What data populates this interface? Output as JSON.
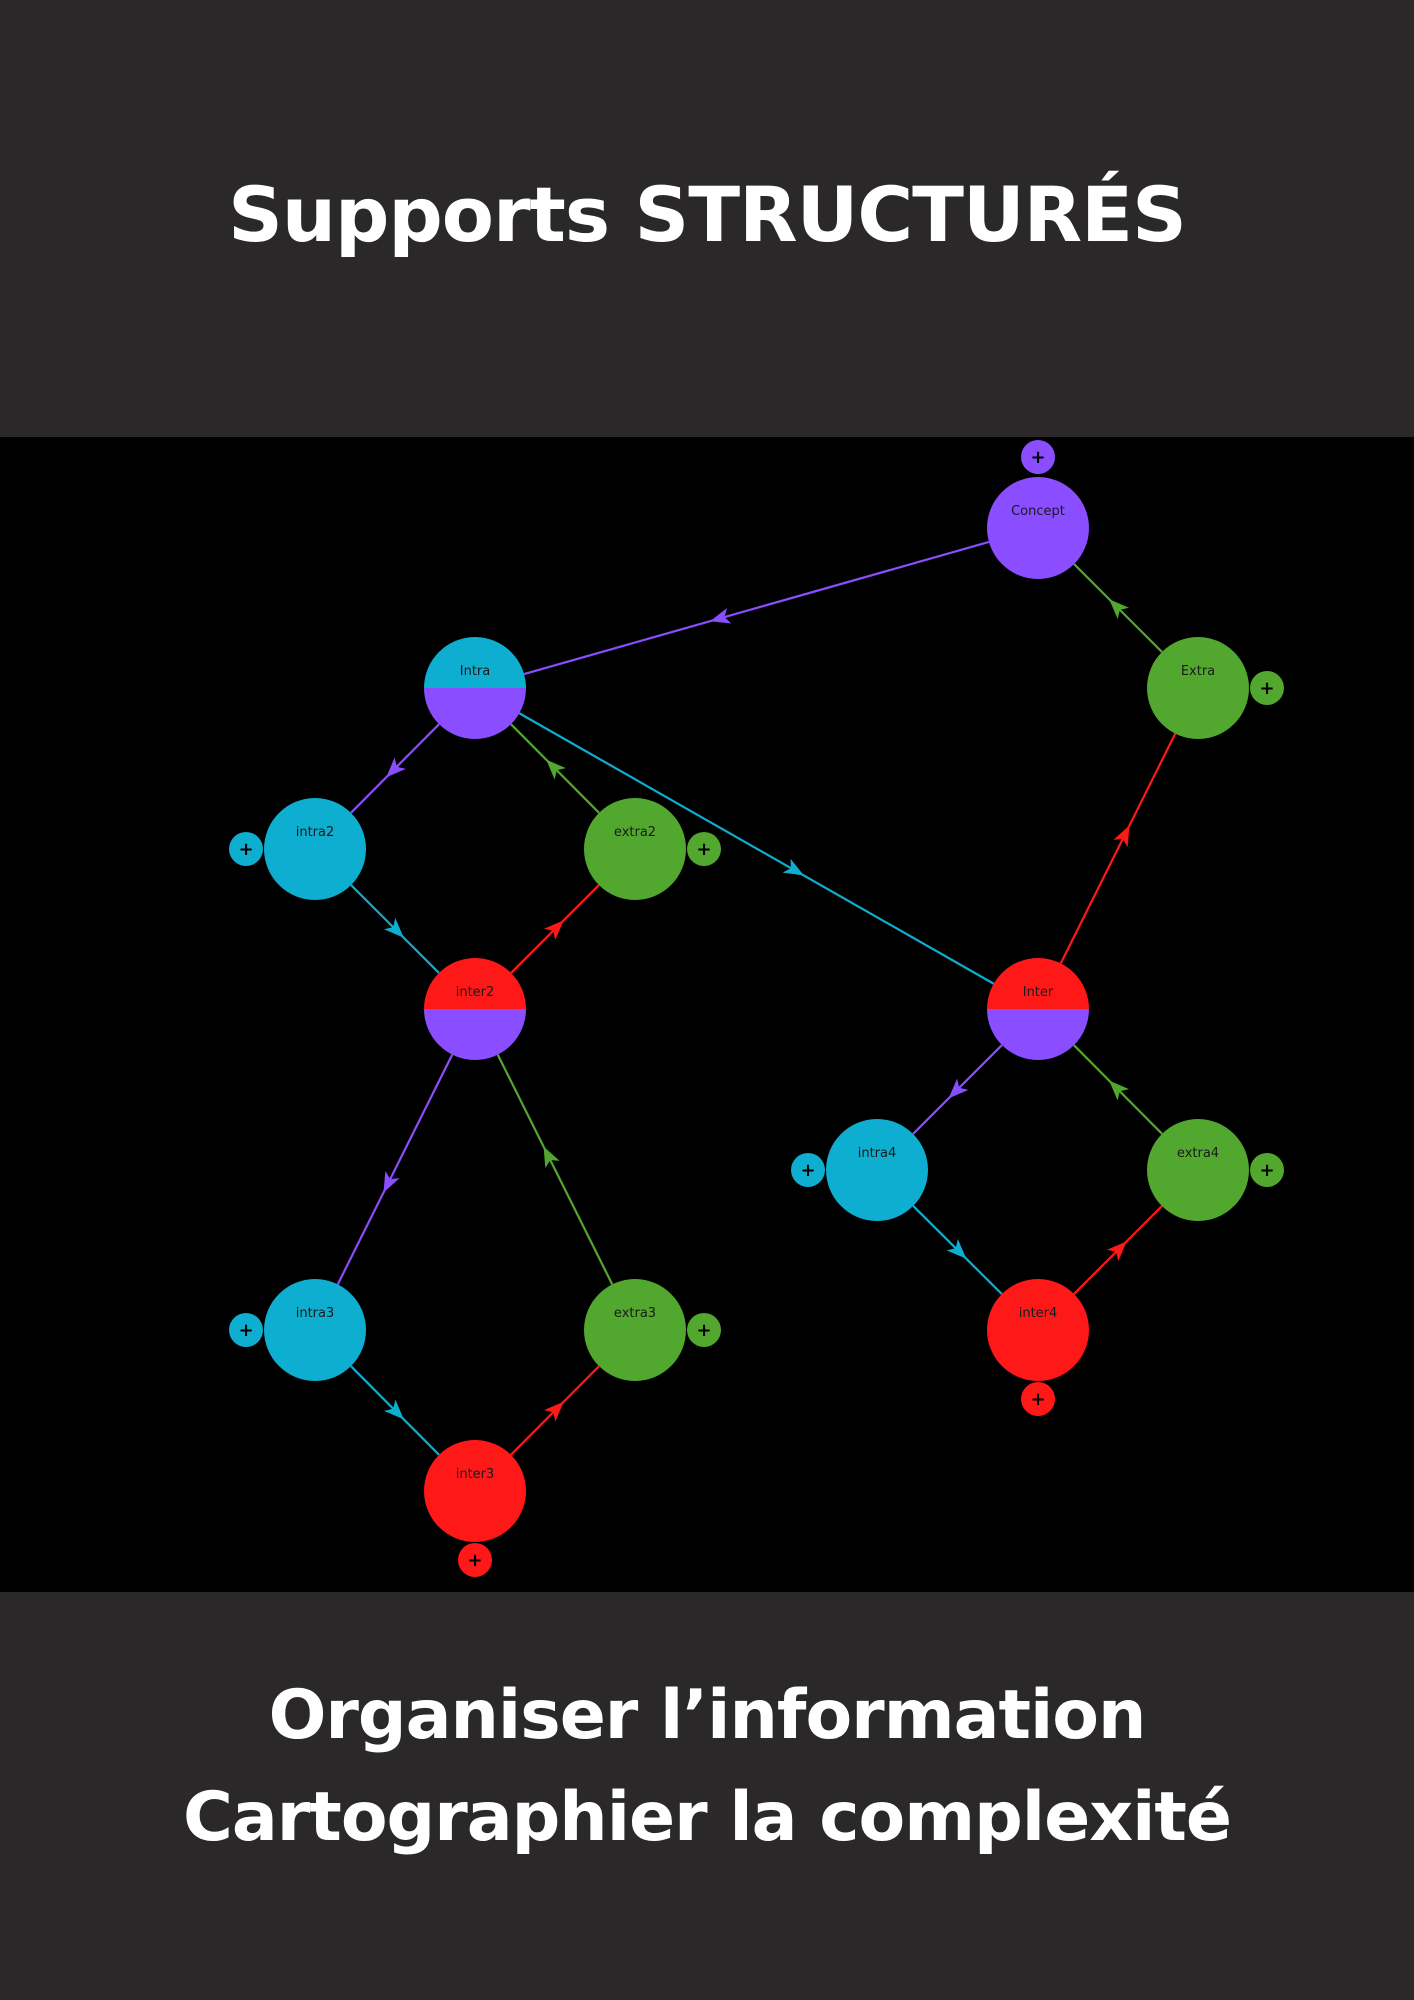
{
  "header": {
    "title": "Supports STRUCTURÉS"
  },
  "footer": {
    "line1": "Organiser l’information",
    "line2": "Cartographier la complexité"
  },
  "colors": {
    "intra": "#0daecf",
    "extra": "#52a82e",
    "inter": "#ff1818",
    "concept": "#8a4dff",
    "background": "#2a2829",
    "canvas": "#000000"
  },
  "plus_symbol": "+",
  "nodes": [
    {
      "id": "concept",
      "label": "Concept",
      "top": "concept",
      "bottom": "concept",
      "plus": "top"
    },
    {
      "id": "intra",
      "label": "Intra",
      "top": "intra",
      "bottom": "concept",
      "plus": ""
    },
    {
      "id": "extra",
      "label": "Extra",
      "top": "extra",
      "bottom": "extra",
      "plus": "right"
    },
    {
      "id": "intra2",
      "label": "intra2",
      "top": "intra",
      "bottom": "intra",
      "plus": "left"
    },
    {
      "id": "extra2",
      "label": "extra2",
      "top": "extra",
      "bottom": "extra",
      "plus": "right"
    },
    {
      "id": "inter2",
      "label": "inter2",
      "top": "inter",
      "bottom": "concept",
      "plus": ""
    },
    {
      "id": "inter",
      "label": "Inter",
      "top": "inter",
      "bottom": "concept",
      "plus": ""
    },
    {
      "id": "intra4",
      "label": "intra4",
      "top": "intra",
      "bottom": "intra",
      "plus": "left"
    },
    {
      "id": "extra4",
      "label": "extra4",
      "top": "extra",
      "bottom": "extra",
      "plus": "right"
    },
    {
      "id": "intra3",
      "label": "intra3",
      "top": "intra",
      "bottom": "intra",
      "plus": "left"
    },
    {
      "id": "extra3",
      "label": "extra3",
      "top": "extra",
      "bottom": "extra",
      "plus": "right"
    },
    {
      "id": "inter4",
      "label": "inter4",
      "top": "inter",
      "bottom": "inter",
      "plus": "bottom"
    },
    {
      "id": "inter3",
      "label": "inter3",
      "top": "inter",
      "bottom": "inter",
      "plus": "bottom"
    }
  ],
  "edges": [
    {
      "from": "concept",
      "to": "intra",
      "color": "concept"
    },
    {
      "from": "extra",
      "to": "concept",
      "color": "extra"
    },
    {
      "from": "inter",
      "to": "extra",
      "color": "inter"
    },
    {
      "from": "intra",
      "to": "inter",
      "color": "intra"
    },
    {
      "from": "intra",
      "to": "intra2",
      "color": "concept"
    },
    {
      "from": "extra2",
      "to": "intra",
      "color": "extra"
    },
    {
      "from": "intra2",
      "to": "inter2",
      "color": "intra"
    },
    {
      "from": "inter2",
      "to": "extra2",
      "color": "inter"
    },
    {
      "from": "inter2",
      "to": "intra3",
      "color": "concept"
    },
    {
      "from": "extra3",
      "to": "inter2",
      "color": "extra"
    },
    {
      "from": "intra3",
      "to": "inter3",
      "color": "intra"
    },
    {
      "from": "inter3",
      "to": "extra3",
      "color": "inter"
    },
    {
      "from": "inter",
      "to": "intra4",
      "color": "concept"
    },
    {
      "from": "extra4",
      "to": "inter",
      "color": "extra"
    },
    {
      "from": "intra4",
      "to": "inter4",
      "color": "intra"
    },
    {
      "from": "inter4",
      "to": "extra4",
      "color": "inter"
    }
  ]
}
